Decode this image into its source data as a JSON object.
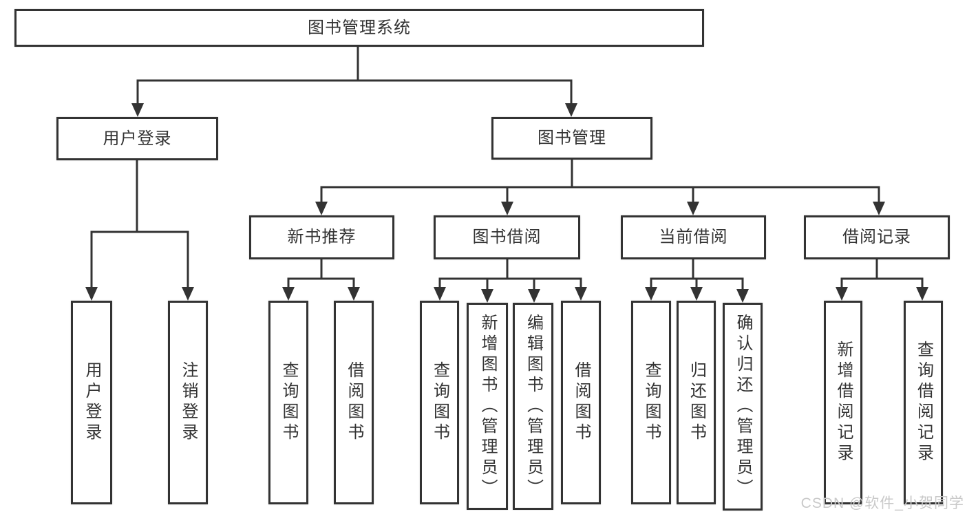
{
  "root": {
    "label": "图书管理系统"
  },
  "nodes": {
    "user_login": {
      "label": "用户登录",
      "children": [
        "用户登录",
        "注销登录"
      ]
    },
    "book_mgmt": {
      "label": "图书管理"
    },
    "new_books": {
      "label": "新书推荐",
      "children": [
        "查询图书",
        "借阅图书"
      ]
    },
    "book_borrow": {
      "label": "图书借阅",
      "children": [
        "查询图书",
        "新增图书（管理员）",
        "编辑图书（管理员）",
        "借阅图书"
      ]
    },
    "current_borrow": {
      "label": "当前借阅",
      "children": [
        "查询图书",
        "归还图书",
        "确认归还（管理员）"
      ]
    },
    "borrow_records": {
      "label": "借阅记录",
      "children": [
        "新增借阅记录",
        "查询借阅记录"
      ]
    }
  },
  "watermark": {
    "text": "CSDN @软件_小贺同学"
  },
  "colors": {
    "line": "#333333",
    "text": "#333333",
    "background": "#ffffff",
    "watermark": "#c9c9c9"
  }
}
